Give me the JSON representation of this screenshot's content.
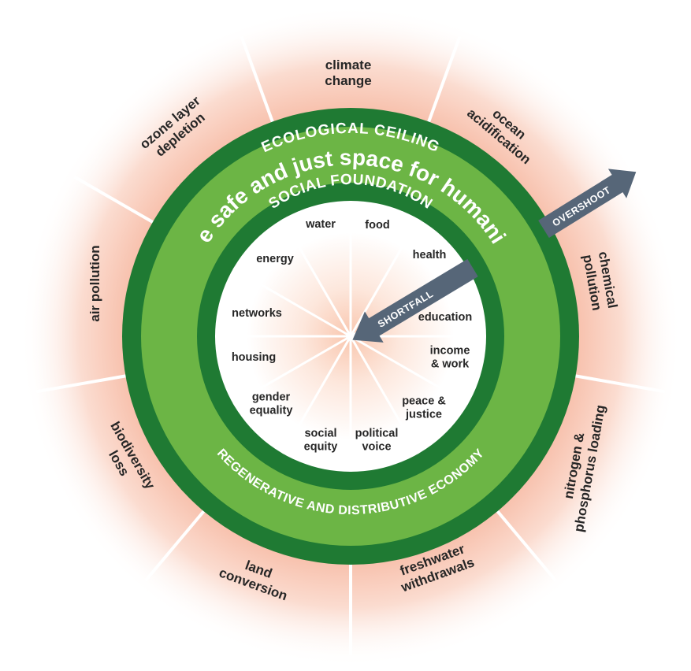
{
  "colors": {
    "dark_green": "#1f7a33",
    "light_green": "#6cb545",
    "peach": "#f6b49c",
    "arrow": "#566678",
    "label_dark": "#262626",
    "white": "#ffffff"
  },
  "rings": {
    "ecological_ceiling": "ECOLOGICAL CEILING",
    "safe_space": "the safe and just space for humanity",
    "social_foundation": "SOCIAL FOUNDATION",
    "economy": "REGENERATIVE AND DISTRIBUTIVE ECONOMY"
  },
  "arrows": {
    "overshoot": "OVERSHOOT",
    "shortfall": "SHORTFALL"
  },
  "ecological_ceiling_items": [
    {
      "id": "climate-change",
      "lines": [
        "climate",
        "change"
      ]
    },
    {
      "id": "ocean-acidification",
      "lines": [
        "ocean",
        "acidification"
      ]
    },
    {
      "id": "chemical-pollution",
      "lines": [
        "chemical",
        "pollution"
      ]
    },
    {
      "id": "nitrogen-phosphorus-loading",
      "lines": [
        "nitrogen &",
        "phosphorus loading"
      ]
    },
    {
      "id": "freshwater-withdrawals",
      "lines": [
        "freshwater",
        "withdrawals"
      ]
    },
    {
      "id": "land-conversion",
      "lines": [
        "land",
        "conversion"
      ]
    },
    {
      "id": "biodiversity-loss",
      "lines": [
        "biodiversity",
        "loss"
      ]
    },
    {
      "id": "air-pollution",
      "lines": [
        "air pollution"
      ]
    },
    {
      "id": "ozone-layer-depletion",
      "lines": [
        "ozone layer",
        "depletion"
      ]
    }
  ],
  "social_foundation_items": [
    {
      "id": "food",
      "lines": [
        "food"
      ]
    },
    {
      "id": "health",
      "lines": [
        "health"
      ]
    },
    {
      "id": "education",
      "lines": [
        "education"
      ]
    },
    {
      "id": "income-work",
      "lines": [
        "income",
        "& work"
      ]
    },
    {
      "id": "peace-justice",
      "lines": [
        "peace &",
        "justice"
      ]
    },
    {
      "id": "political-voice",
      "lines": [
        "political",
        "voice"
      ]
    },
    {
      "id": "social-equity",
      "lines": [
        "social",
        "equity"
      ]
    },
    {
      "id": "gender-equality",
      "lines": [
        "gender",
        "equality"
      ]
    },
    {
      "id": "housing",
      "lines": [
        "housing"
      ]
    },
    {
      "id": "networks",
      "lines": [
        "networks"
      ]
    },
    {
      "id": "energy",
      "lines": [
        "energy"
      ]
    },
    {
      "id": "water",
      "lines": [
        "water"
      ]
    }
  ]
}
